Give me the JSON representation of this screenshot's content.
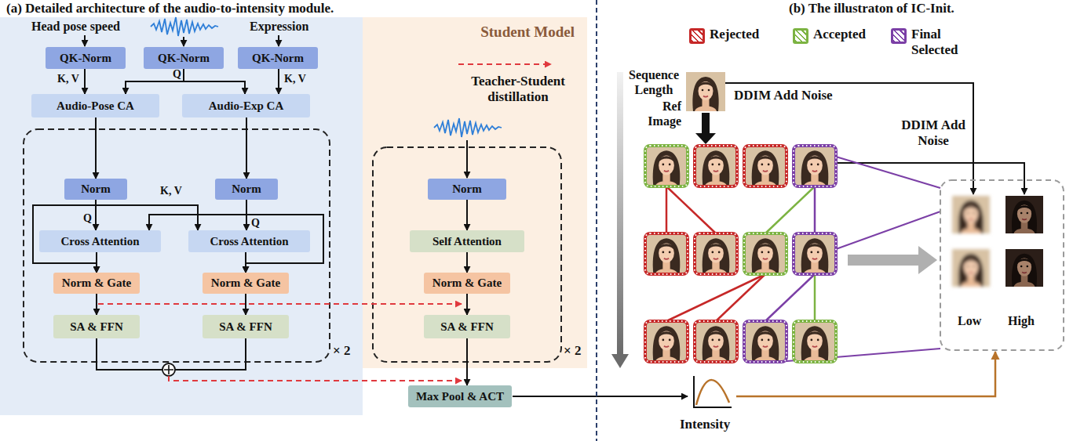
{
  "diagram": {
    "nodes": [
      {
        "text": [
          "QK-Norm"
        ]
      },
      {
        "text": [
          "QK-Norm"
        ]
      },
      {
        "text": [
          "QK-Norm"
        ]
      },
      {
        "text": [
          "Audio-Pose CA"
        ]
      },
      {
        "text": [
          "Audio-Exp CA"
        ]
      },
      {
        "text": [
          "Norm"
        ]
      },
      {
        "text": [
          "Norm"
        ]
      },
      {
        "text": [
          "Cross Attention"
        ]
      },
      {
        "text": [
          "Cross Attention"
        ]
      },
      {
        "text": [
          "Norm & Gate"
        ]
      },
      {
        "text": [
          "Norm & Gate"
        ]
      },
      {
        "text": [
          "SA & FFN"
        ]
      },
      {
        "text": [
          "SA & FFN"
        ]
      },
      {
        "text": [
          "Student Model"
        ]
      },
      {
        "text": [
          "Norm"
        ],
        "in": 13
      },
      {
        "text": [
          "Self Attention"
        ],
        "in": 13
      },
      {
        "text": [
          "Norm & Gate"
        ],
        "in": 13
      },
      {
        "text": [
          "SA & FFN"
        ],
        "in": 13
      },
      {
        "text": [
          "Max Pool & ACT"
        ]
      }
    ],
    "edges": [
      {
        "from": 0,
        "to": 3,
        "arrow": "to",
        "label": "K, V"
      },
      {
        "from": 1,
        "to": 3,
        "arrow": "to",
        "label": "Q"
      },
      {
        "from": 1,
        "to": 4,
        "arrow": "to"
      },
      {
        "from": 2,
        "to": 4,
        "arrow": "to",
        "label": "K, V"
      },
      {
        "from": 3,
        "to": 5,
        "arrow": "to"
      },
      {
        "from": 4,
        "to": 6,
        "arrow": "to"
      },
      {
        "from": 5,
        "to": 7,
        "arrow": "to",
        "label": "Q"
      },
      {
        "from": 5,
        "to": 8,
        "arrow": "to",
        "label": "K, V"
      },
      {
        "from": 6,
        "to": 8,
        "arrow": "to",
        "label": "Q"
      },
      {
        "from": 6,
        "to": 7,
        "arrow": "to"
      },
      {
        "from": 5,
        "to": 9,
        "arrow": "to"
      },
      {
        "from": 6,
        "to": 10,
        "arrow": "to"
      },
      {
        "from": 7,
        "to": 9,
        "arrow": "to"
      },
      {
        "from": 8,
        "to": 10,
        "arrow": "to"
      },
      {
        "from": 9,
        "to": 11,
        "arrow": "to"
      },
      {
        "from": 10,
        "to": 12,
        "arrow": "to"
      },
      {
        "from": 14,
        "to": 15,
        "arrow": "to"
      },
      {
        "from": 15,
        "to": 16,
        "arrow": "to"
      },
      {
        "from": 16,
        "to": 17,
        "arrow": "to"
      },
      {
        "from": 17,
        "to": 18,
        "arrow": "to"
      }
    ],
    "labels": [
      "(a) Detailed architecture of the audio-to-intensity module.",
      "(b) The illustraton of IC-Init.",
      "Head pose speed",
      "Expression",
      "× 2",
      "× 2",
      "Sequence Length",
      "Ref Image",
      "DDIM Add Noise",
      "DDIM Add Noise",
      "Low",
      "High",
      "Intensity"
    ],
    "legend": [
      {
        "text": "Rejected",
        "color": "#c62828"
      },
      {
        "text": "Accepted",
        "color": "#7cb342"
      },
      {
        "text": "Final Selected",
        "color": "#7b3fa6"
      },
      {
        "text": "Teacher-Student distillation"
      }
    ]
  }
}
